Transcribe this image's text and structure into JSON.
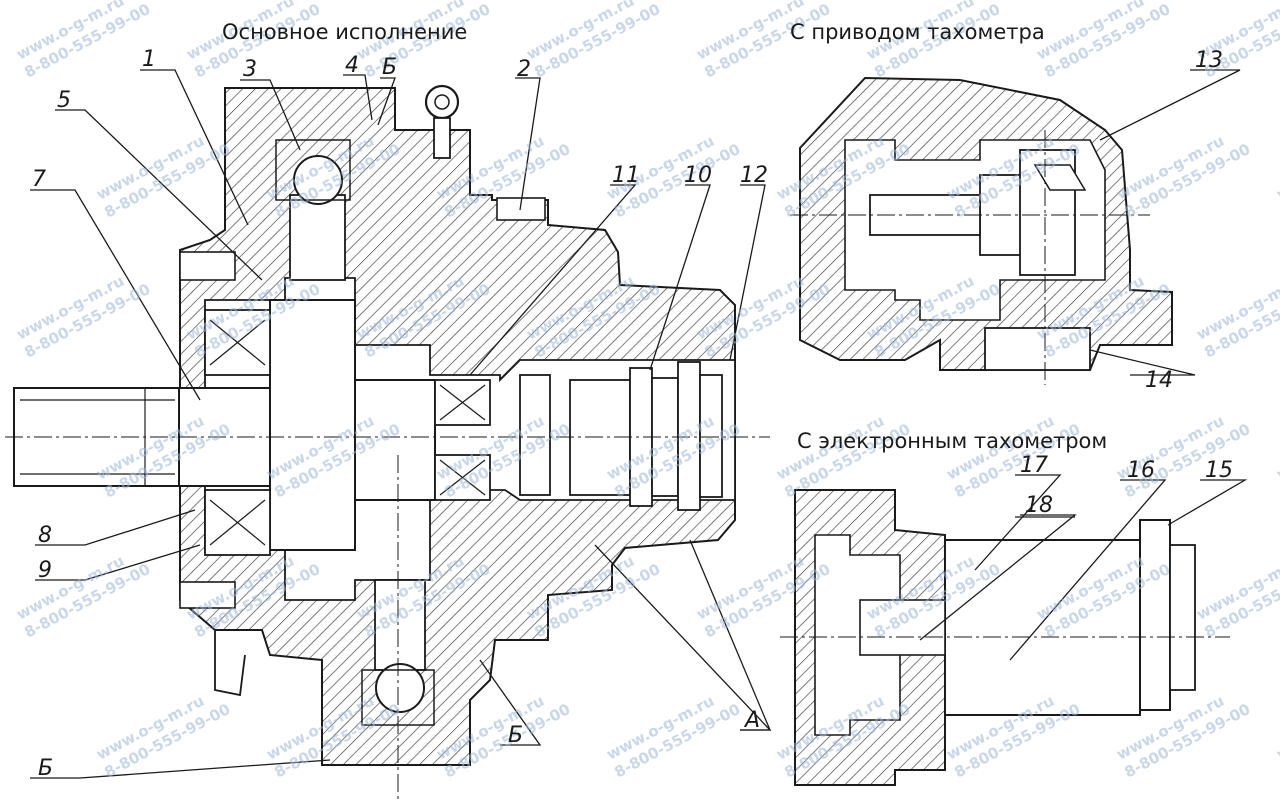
{
  "titles": {
    "main": "Основное исполнение",
    "tacho_drive": "С приводом тахометра",
    "electronic": "С электронным тахометром"
  },
  "callouts": {
    "c1": "1",
    "c2": "2",
    "c3": "3",
    "c4": "4",
    "c5": "5",
    "c6a": "Б",
    "c7": "7",
    "c8": "8",
    "c9": "9",
    "c10": "10",
    "c11": "11",
    "c12": "12",
    "c6b": "Б",
    "c6c": "Б",
    "cA": "А",
    "c13": "13",
    "c14": "14",
    "c15": "15",
    "c16": "16",
    "c17": "17",
    "c18": "18"
  },
  "watermark": {
    "site": "www.o-g-m.ru",
    "phone": "8-800-555-99-00"
  },
  "colors": {
    "line": "#1a1a1a",
    "hatch": "#3a3a3a",
    "watermark": "#9db8d8",
    "background": "#ffffff"
  }
}
